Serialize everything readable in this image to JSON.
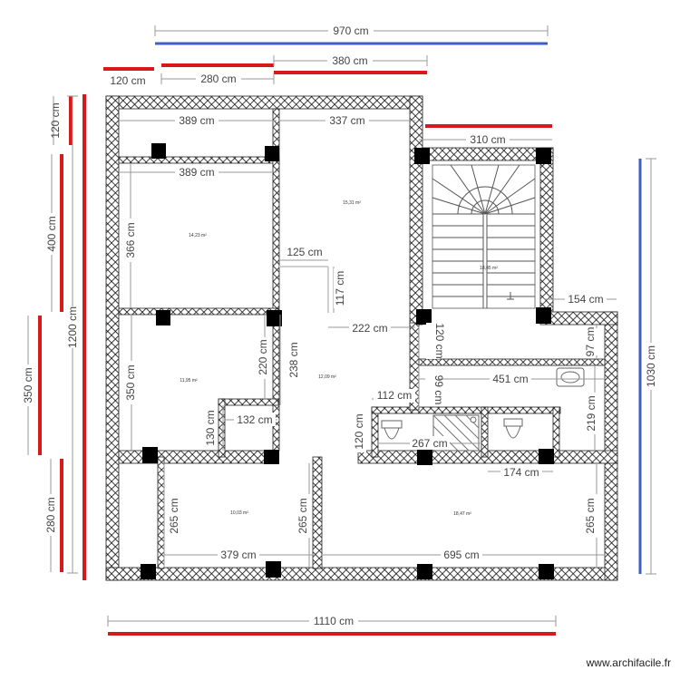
{
  "plan": {
    "watermark": "www.archifacile.fr",
    "outer_dimensions": {
      "top_total": "970 cm",
      "top_a": "120 cm",
      "top_b": "280 cm",
      "top_c": "380 cm",
      "bottom_total": "1110 cm",
      "left_total": "1200 cm",
      "left_a": "120 cm",
      "left_b": "400 cm",
      "left_c": "350 cm",
      "left_d": "280 cm",
      "right_total": "1030 cm"
    },
    "room_dimensions": {
      "r1_width": "389 cm",
      "r1b_width": "389 cm",
      "r2_width": "337 cm",
      "stair_width": "310 cm",
      "r1_height": "366 cm",
      "corridor_125": "125 cm",
      "corridor_117": "117 cm",
      "corridor_222": "222 cm",
      "corridor_120a": "120 cm",
      "right_154": "154 cm",
      "right_97": "97 cm",
      "bath_451": "451 cm",
      "left_350": "350 cm",
      "mid_220": "220 cm",
      "mid_238": "238 cm",
      "mid_112": "112 cm",
      "mid_99": "99 cm",
      "mid_219": "219 cm",
      "mid_132": "132 cm",
      "mid_130": "130 cm",
      "mid_120b": "120 cm",
      "mid_267": "267 cm",
      "mid_174": "174 cm",
      "bot_265a": "265 cm",
      "bot_265b": "265 cm",
      "bot_265c": "265 cm",
      "bot_379": "379 cm",
      "bot_695": "695 cm"
    },
    "room_areas": {
      "room_a": "14,23 m²",
      "room_b": "15,31 m²",
      "stairwell": "18,45 m²",
      "room_c": "11,95 m²",
      "hall": "12,09 m²",
      "room_d": "10,03 m²",
      "room_e": "18,47 m²"
    },
    "colors": {
      "dimension_red": "#d7191c",
      "dimension_blue": "#3d5ec5",
      "wall_hatch": "#000000"
    }
  }
}
